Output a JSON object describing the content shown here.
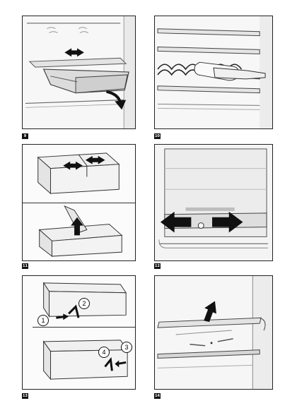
{
  "figures": [
    {
      "id": "fig-9",
      "label": "9"
    },
    {
      "id": "fig-10",
      "label": "10"
    },
    {
      "id": "fig-11",
      "label": "11"
    },
    {
      "id": "fig-12",
      "label": "12"
    },
    {
      "id": "fig-13",
      "label": "13"
    },
    {
      "id": "fig-14",
      "label": "14"
    }
  ],
  "callouts": {
    "fig13": [
      "1",
      "2",
      "3",
      "4"
    ]
  }
}
